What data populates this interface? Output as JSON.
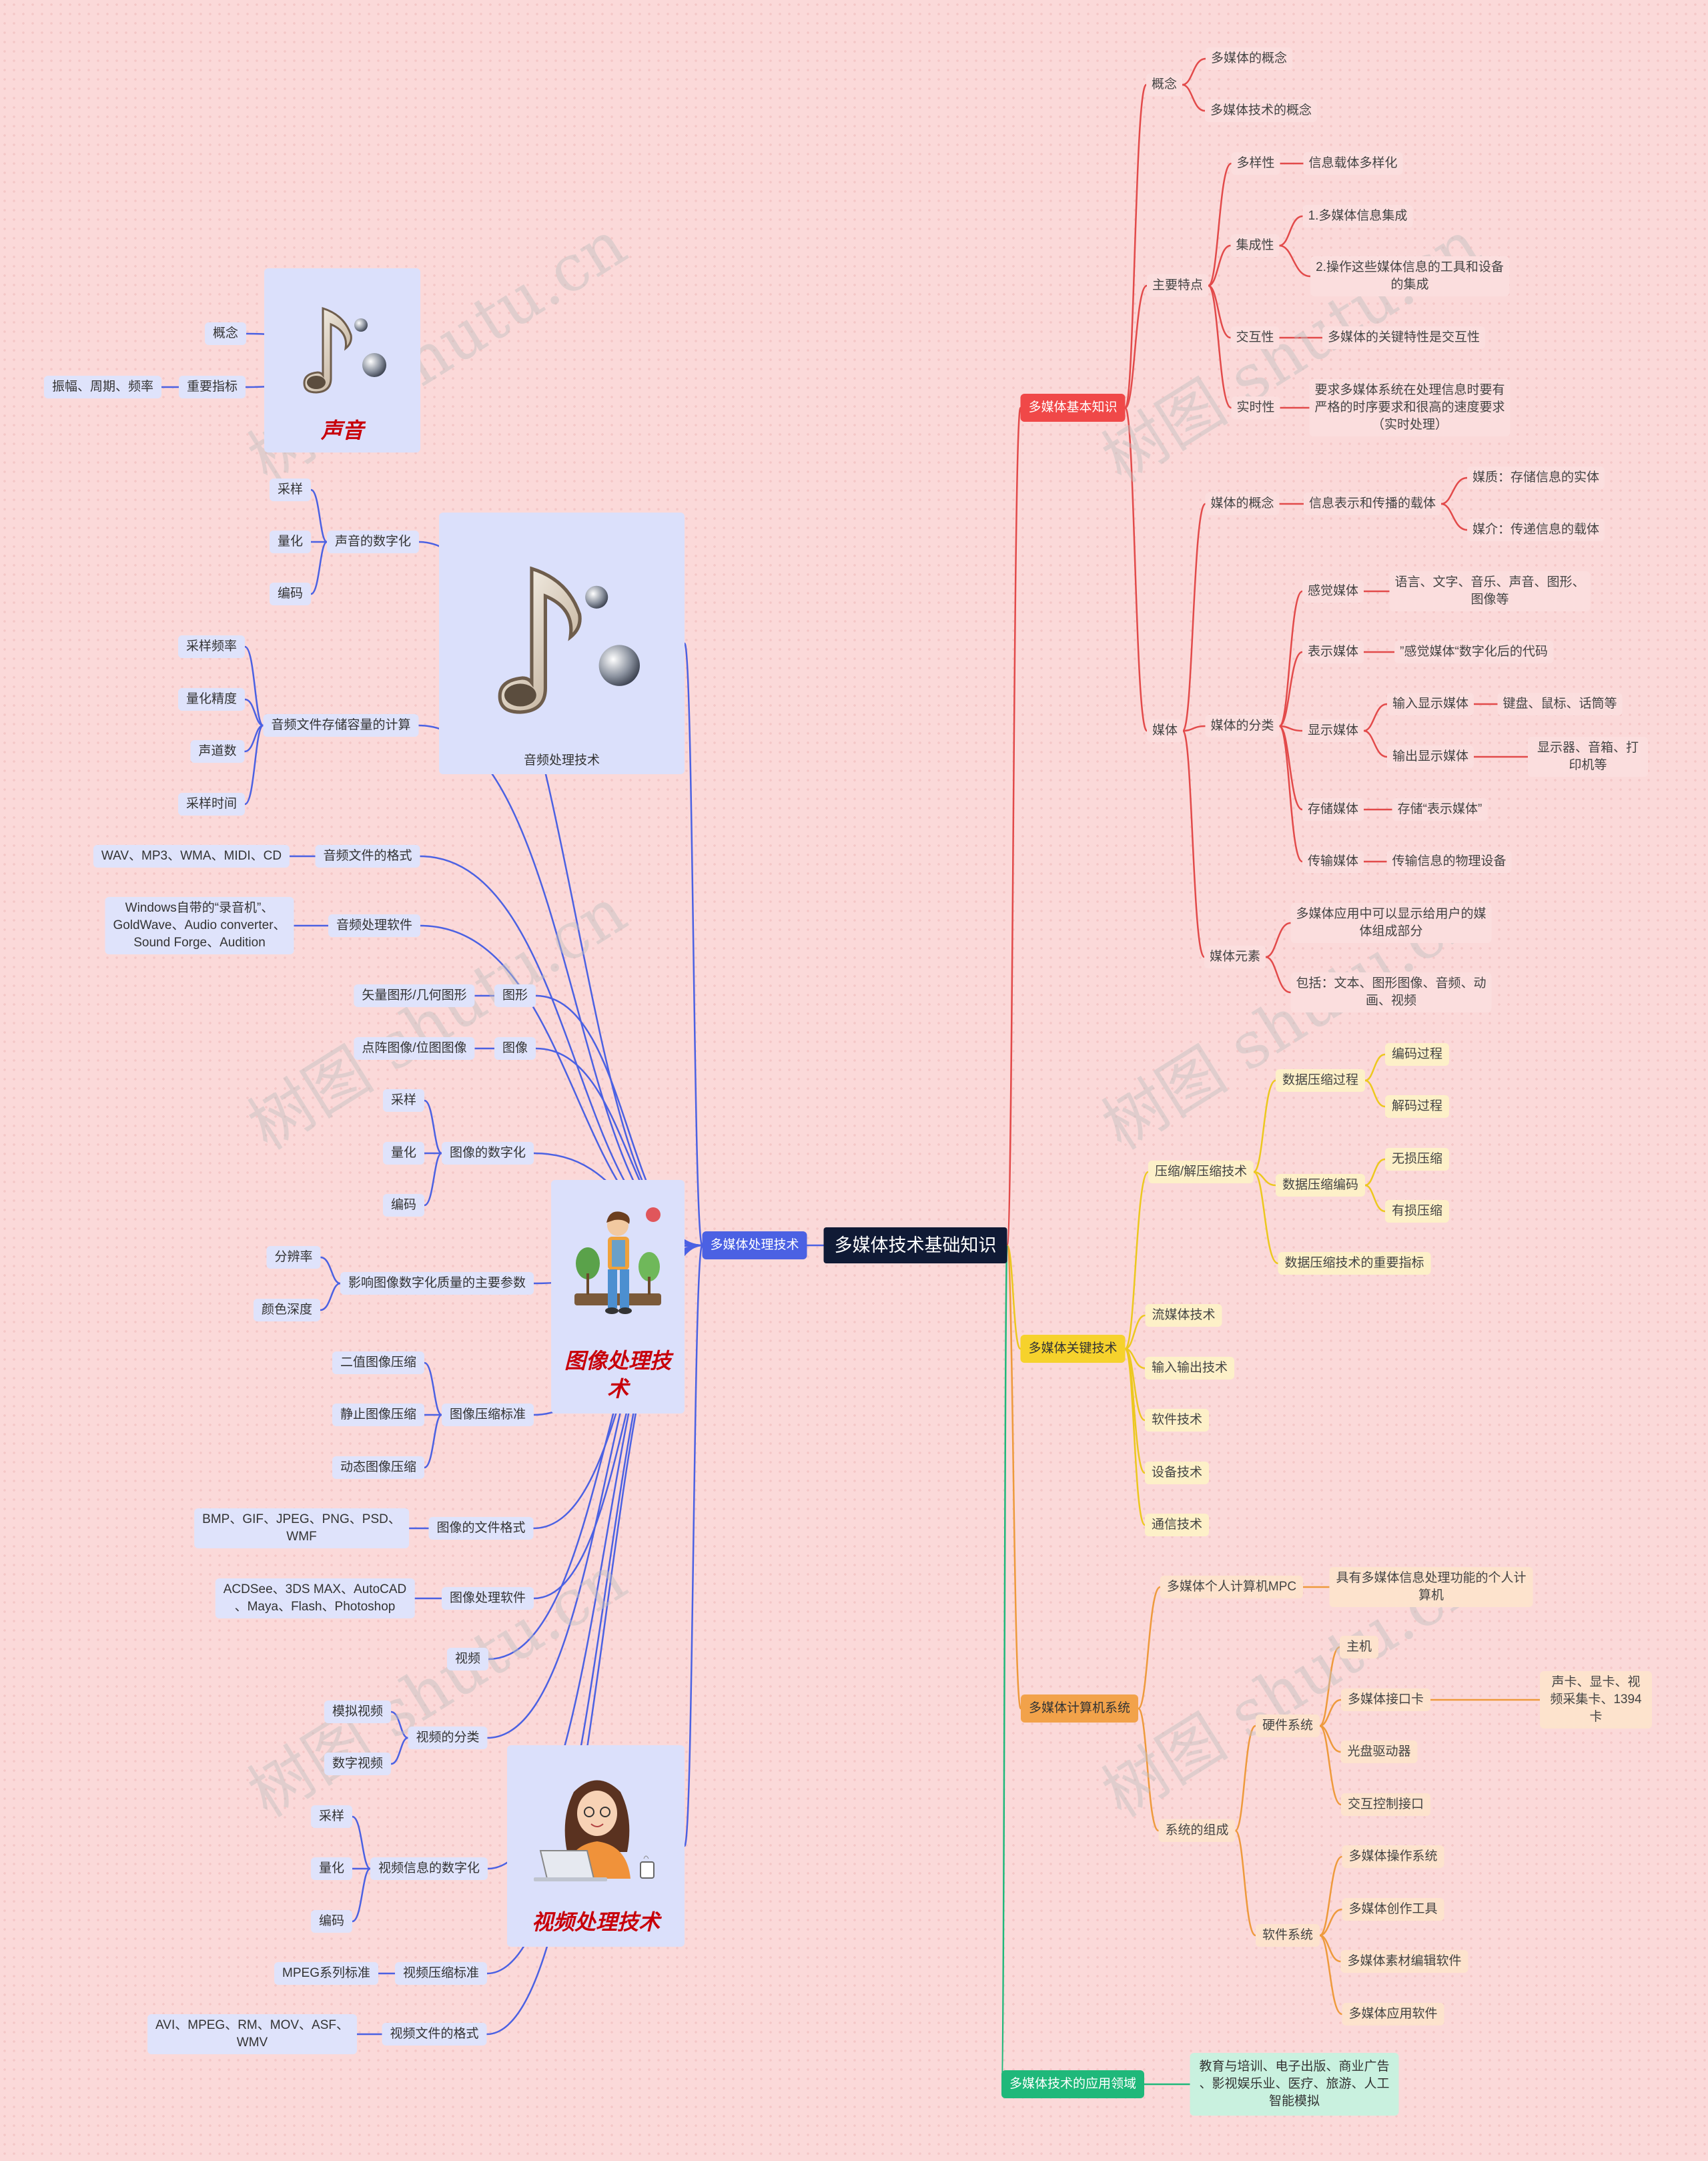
{
  "root": "多媒体技术基础知识",
  "watermark": "树图 shutu.cn",
  "colors": {
    "red": "#e24a4a",
    "yellow": "#ecc81e",
    "orange": "#ee9a3c",
    "green": "#1fb87a",
    "blue": "#4b61e3"
  },
  "cards": {
    "sound": "声音",
    "audio": "音频处理技术",
    "image": "图像处理技术",
    "video": "视频处理技术"
  },
  "n": {
    "r0": "多媒体基本知识",
    "r1": "概念",
    "r2": "多媒体的概念",
    "r3": "多媒体技术的概念",
    "r4": "主要特点",
    "r5": "多样性",
    "r6": "信息载体多样化",
    "r7": "集成性",
    "r8": "1.多媒体信息集成",
    "r9": "2.操作这些媒体信息的工具和设备\n的集成",
    "r10": "交互性",
    "r11": "多媒体的关键特性是交互性",
    "r12": "实时性",
    "r13": "要求多媒体系统在处理信息时要有\n严格的时序要求和很高的速度要求\n（实时处理）",
    "r14": "媒体",
    "r15": "媒体的概念",
    "r16": "信息表示和传播的载体",
    "r17": "媒质：存储信息的实体",
    "r18": "媒介：传递信息的载体",
    "r19": "媒体的分类",
    "r20": "感觉媒体",
    "r21": "语言、文字、音乐、声音、图形、\n图像等",
    "r22": "表示媒体",
    "r23": "”感觉媒体“数字化后的代码",
    "r24": "显示媒体",
    "r25": "输入显示媒体",
    "r26": "键盘、鼠标、话筒等",
    "r27": "输出显示媒体",
    "r28": "显示器、音箱、打印机等",
    "r29": "存储媒体",
    "r30": "存储“表示媒体”",
    "r31": "传输媒体",
    "r32": "传输信息的物理设备",
    "r33": "媒体元素",
    "r34": "多媒体应用中可以显示给用户的媒\n体组成部分",
    "r35": "包括：文本、图形图像、音频、动\n画、视频",
    "y0": "多媒体关键技术",
    "y1": "压缩/解压缩技术",
    "y2": "数据压缩过程",
    "y3": "编码过程",
    "y4": "解码过程",
    "y5": "数据压缩编码",
    "y6": "无损压缩",
    "y7": "有损压缩",
    "y8": "数据压缩技术的重要指标",
    "y9": "流媒体技术",
    "y10": "输入输出技术",
    "y11": "软件技术",
    "y12": "设备技术",
    "y13": "通信技术",
    "o0": "多媒体计算机系统",
    "o1": "多媒体个人计算机MPC",
    "o2": "具有多媒体信息处理功能的个人计\n算机",
    "o3": "系统的组成",
    "o4": "硬件系统",
    "o5": "主机",
    "o6": "多媒体接口卡",
    "o7": "声卡、显卡、视频采集卡、1394卡",
    "o8": "光盘驱动器",
    "o9": "交互控制接口",
    "o10": "软件系统",
    "o11": "多媒体操作系统",
    "o12": "多媒体创作工具",
    "o13": "多媒体素材编辑软件",
    "o14": "多媒体应用软件",
    "g0": "多媒体技术的应用领域",
    "g1": "教育与培训、电子出版、商业广告\n、影视娱乐业、医疗、旅游、人工\n智能模拟",
    "b0": "多媒体处理技术",
    "a1": "概念",
    "a2": "重要指标",
    "a3": "振幅、周期、频率",
    "a4": "声音的数字化",
    "a5": "采样",
    "a6": "量化",
    "a7": "编码",
    "a8": "音频文件存储容量的计算",
    "a9": "采样频率",
    "a10": "量化精度",
    "a11": "声道数",
    "a12": "采样时间",
    "a13": "音频文件的格式",
    "a14": "WAV、MP3、WMA、MIDI、CD",
    "a15": "音频处理软件",
    "a16": "Windows自带的“录音机”、\nGoldWave、Audio converter、\nSound Forge、Audition",
    "i1": "图形",
    "i2": "矢量图形/几何图形",
    "i3": "图像",
    "i4": "点阵图像/位图图像",
    "i5": "图像的数字化",
    "i6": "采样",
    "i7": "量化",
    "i8": "编码",
    "i9": "影响图像数字化质量的主要参数",
    "i10": "分辨率",
    "i11": "颜色深度",
    "i12": "图像压缩标准",
    "i13": "二值图像压缩",
    "i14": "静止图像压缩",
    "i15": "动态图像压缩",
    "i16": "图像的文件格式",
    "i17": "BMP、GIF、JPEG、PNG、PSD、\nWMF",
    "i18": "图像处理软件",
    "i19": "ACDSee、3DS MAX、AutoCAD\n、Maya、Flash、Photoshop",
    "v1": "视频",
    "v2": "视频的分类",
    "v3": "模拟视频",
    "v4": "数字视频",
    "v5": "视频信息的数字化",
    "v6": "采样",
    "v7": "量化",
    "v8": "编码",
    "v9": "视频压缩标准",
    "v10": "MPEG系列标准",
    "v11": "视频文件的格式",
    "v12": "AVI、MPEG、RM、MOV、ASF、\nWMV"
  }
}
